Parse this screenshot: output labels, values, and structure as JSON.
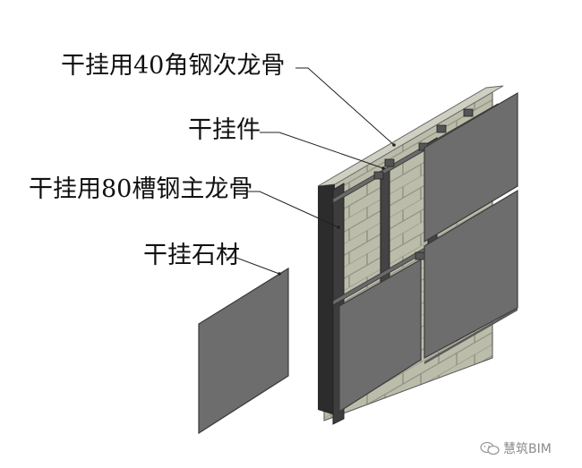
{
  "callouts": {
    "angle_steel": "干挂用40角钢次龙骨",
    "hanger": "干挂件",
    "channel_steel": "干挂用80槽钢主龙骨",
    "stone": "干挂石材"
  },
  "watermark": {
    "icon": "wechat-icon",
    "text": "慧筑BIM"
  },
  "colors": {
    "panel": "#6b6b6b",
    "panel_edge": "#3a3a3a",
    "block": "#b9b9a8",
    "mortar": "#8d8d80",
    "frame": "#3c3c3c",
    "wall_top": "#cfcfc2"
  }
}
